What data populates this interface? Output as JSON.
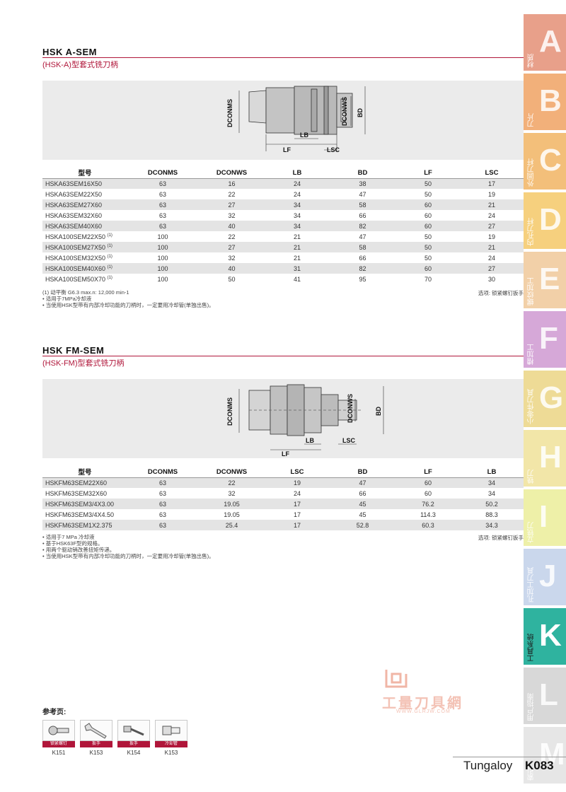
{
  "section1": {
    "title": "HSK A-SEM",
    "subtitle": "(HSK-A)型套式铣刀柄",
    "dim_labels": {
      "dconms": "DCONMS",
      "dconws": "DCONWS",
      "bd": "BD",
      "lb": "LB",
      "lf": "LF",
      "lsc": "LSC"
    },
    "headers": [
      "型号",
      "DCONMS",
      "DCONWS",
      "LB",
      "BD",
      "LF",
      "LSC"
    ],
    "rows": [
      {
        "name": "HSKA63SEM16X50",
        "sup": "",
        "vals": [
          "63",
          "16",
          "24",
          "38",
          "50",
          "17"
        ]
      },
      {
        "name": "HSKA63SEM22X50",
        "sup": "",
        "vals": [
          "63",
          "22",
          "24",
          "47",
          "50",
          "19"
        ]
      },
      {
        "name": "HSKA63SEM27X60",
        "sup": "",
        "vals": [
          "63",
          "27",
          "34",
          "58",
          "60",
          "21"
        ]
      },
      {
        "name": "HSKA63SEM32X60",
        "sup": "",
        "vals": [
          "63",
          "32",
          "34",
          "66",
          "60",
          "24"
        ]
      },
      {
        "name": "HSKA63SEM40X60",
        "sup": "",
        "vals": [
          "63",
          "40",
          "34",
          "82",
          "60",
          "27"
        ]
      },
      {
        "name": "HSKA100SEM22X50",
        "sup": "(1)",
        "vals": [
          "100",
          "22",
          "21",
          "47",
          "50",
          "19"
        ]
      },
      {
        "name": "HSKA100SEM27X50",
        "sup": "(1)",
        "vals": [
          "100",
          "27",
          "21",
          "58",
          "50",
          "21"
        ]
      },
      {
        "name": "HSKA100SEM32X50",
        "sup": "(1)",
        "vals": [
          "100",
          "32",
          "21",
          "66",
          "50",
          "24"
        ]
      },
      {
        "name": "HSKA100SEM40X60",
        "sup": "(1)",
        "vals": [
          "100",
          "40",
          "31",
          "82",
          "60",
          "27"
        ]
      },
      {
        "name": "HSKA100SEM50X70",
        "sup": "(1)",
        "vals": [
          "100",
          "50",
          "41",
          "95",
          "70",
          "30"
        ]
      }
    ],
    "notes": [
      "(1) 动平衡 G6.3 max.n: 12,000 min-1",
      "• 适用于7MPa冷却液",
      "• 当使用HSK型带有内部冷却功能的刀柄时，一定要用冷却管(单独出售)。"
    ],
    "note_right": "选项: 锁紧螺钉扳手"
  },
  "section2": {
    "title": "HSK FM-SEM",
    "subtitle": "(HSK-FM)型套式铣刀柄",
    "dim_labels": {
      "dconms": "DCONMS",
      "dconws": "DCONWS",
      "bd": "BD",
      "lb": "LB",
      "lf": "LF",
      "lsc": "LSC"
    },
    "headers": [
      "型号",
      "DCONMS",
      "DCONWS",
      "LSC",
      "BD",
      "LF",
      "LB"
    ],
    "rows": [
      {
        "name": "HSKFM63SEM22X60",
        "vals": [
          "63",
          "22",
          "19",
          "47",
          "60",
          "34"
        ]
      },
      {
        "name": "HSKFM63SEM32X60",
        "vals": [
          "63",
          "32",
          "24",
          "66",
          "60",
          "34"
        ]
      },
      {
        "name": "HSKFM63SEM3/4X3.00",
        "vals": [
          "63",
          "19.05",
          "17",
          "45",
          "76.2",
          "50.2"
        ]
      },
      {
        "name": "HSKFM63SEM3/4X4.50",
        "vals": [
          "63",
          "19.05",
          "17",
          "45",
          "114.3",
          "88.3"
        ]
      },
      {
        "name": "HSKFM63SEM1X2.375",
        "vals": [
          "63",
          "25.4",
          "17",
          "52.8",
          "60.3",
          "34.3"
        ]
      }
    ],
    "notes": [
      "• 适用于7 MPa 冷却液",
      "• 基于HSK63F型的规格。",
      "• 用两个驱动销改善扭矩传递。",
      "• 当使用HSK型带有内部冷却功能的刀柄时，一定要用冷却管(单独出售)。"
    ],
    "note_right": "选项: 锁紧螺钉扳手"
  },
  "side_tabs": [
    {
      "letter": "A",
      "label": "材质",
      "color": "#e8a08a"
    },
    {
      "letter": "B",
      "label": "刀片",
      "color": "#f2b07a"
    },
    {
      "letter": "C",
      "label": "外圆刀杆",
      "color": "#f3bf7a"
    },
    {
      "letter": "D",
      "label": "内孔刀杆",
      "color": "#f6d07e"
    },
    {
      "letter": "E",
      "label": "螺纹加工",
      "color": "#f2d0a8"
    },
    {
      "letter": "F",
      "label": "槽加工",
      "color": "#d6a8d8"
    },
    {
      "letter": "G",
      "label": "小零件刀具",
      "color": "#eedb96"
    },
    {
      "letter": "H",
      "label": "铣刀",
      "color": "#f2e6a8"
    },
    {
      "letter": "I",
      "label": "立铣刀",
      "color": "#eef0a8"
    },
    {
      "letter": "J",
      "label": "孔加工刀具",
      "color": "#cad7ec"
    },
    {
      "letter": "K",
      "label": "工具系统",
      "color": "#2fb39f"
    },
    {
      "letter": "L",
      "label": "用户指南",
      "color": "#d8d8d8"
    },
    {
      "letter": "M",
      "label": "索引",
      "color": "#e6e6e6"
    }
  ],
  "active_tab": "K",
  "references": {
    "title": "参考页:",
    "items": [
      {
        "icon": "lock-screw-icon",
        "tag": "锁紧螺钉",
        "code": "K151"
      },
      {
        "icon": "wrench-icon",
        "tag": "扳手",
        "code": "K153"
      },
      {
        "icon": "hex-wrench-icon",
        "tag": "扳手",
        "code": "K154"
      },
      {
        "icon": "coolant-pipe-icon",
        "tag": "冷却管",
        "code": "K153"
      }
    ]
  },
  "watermark": {
    "text": "工量刀具網",
    "url": "WWW.GLRJW.COM"
  },
  "footer": {
    "brand": "Tungaloy",
    "page": "K083"
  }
}
